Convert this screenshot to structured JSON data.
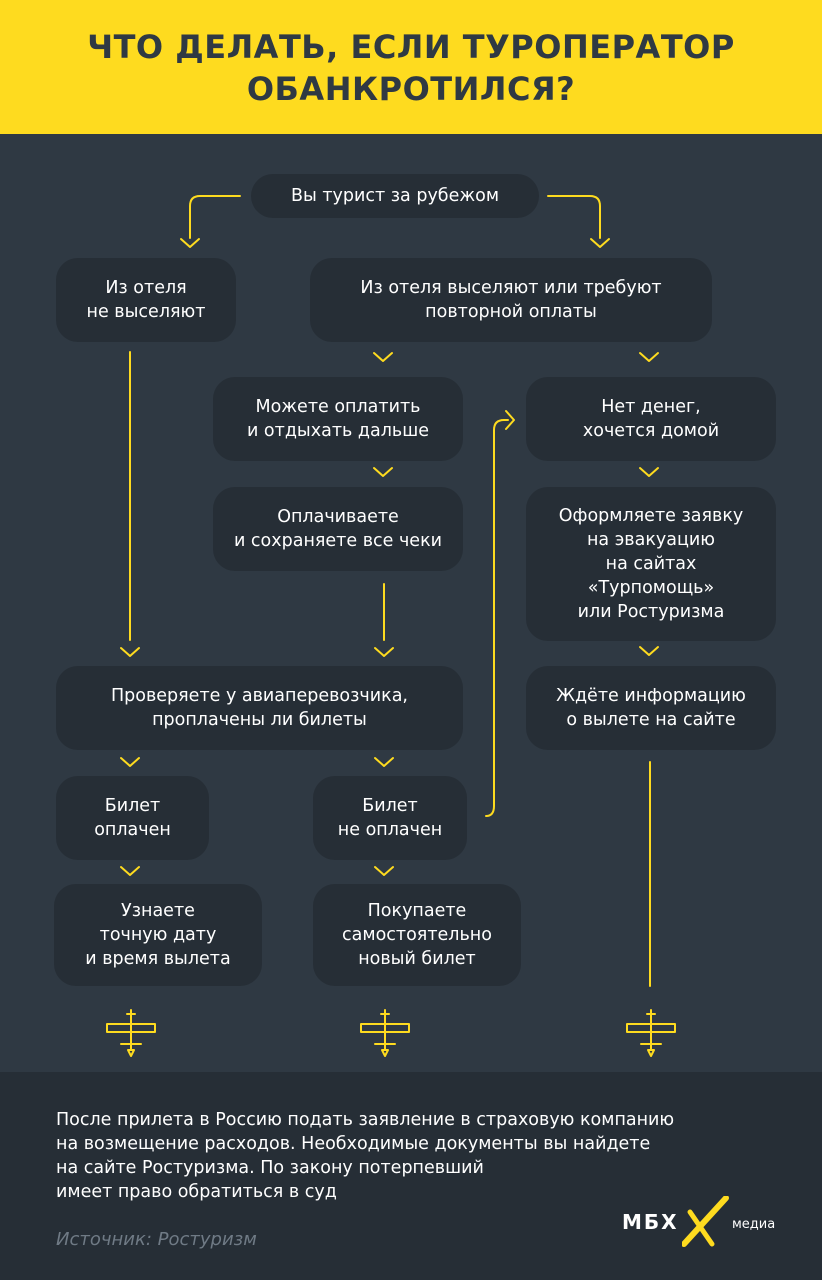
{
  "header": {
    "title": "ЧТО ДЕЛАТЬ, ЕСЛИ ТУРОПЕРАТОР\nОБАНКРОТИЛСЯ?"
  },
  "nodes": {
    "start": "Вы турист за рубежом",
    "not_evicted": "Из отеля\nне выселяют",
    "evicted": "Из отеля выселяют или требуют\nповторной оплаты",
    "can_pay": "Можете оплатить\nи отдыхать дальше",
    "pay_keep_receipts": "Оплачиваете\nи сохраняете все чеки",
    "no_money": "Нет денег,\nхочется домой",
    "evacuation_request": "Оформляете заявку\nна эвакуацию\nна сайтах\n«Турпомощь»\nили Ростуризма",
    "check_airline": "Проверяете у авиаперевозчика,\nпроплачены ли билеты",
    "wait_info": "Ждёте информацию\nо вылете на сайте",
    "ticket_paid": "Билет\nоплачен",
    "ticket_unpaid": "Билет\nне оплачен",
    "learn_date": "Узнаете\nточную дату\nи время вылета",
    "buy_ticket": "Покупаете\nсамостоятельно\nновый билет"
  },
  "footer": {
    "note": "После прилета в Россию подать заявление в страховую компанию\nна возмещение расходов. Необходимые документы вы найдете\nна сайте Ростуризма. По закону потерпевший\nимеет право обратиться в суд",
    "source": "Источник: Ростуризм",
    "logo_text": "МБХ",
    "logo_sub": "медиа"
  },
  "icons": [
    "plane-icon",
    "plane-icon",
    "plane-icon"
  ],
  "colors": {
    "accent": "#fedb1f",
    "background": "#2f3943",
    "box": "#262e36",
    "text": "#ffffff",
    "source_text": "#6f7a85"
  }
}
